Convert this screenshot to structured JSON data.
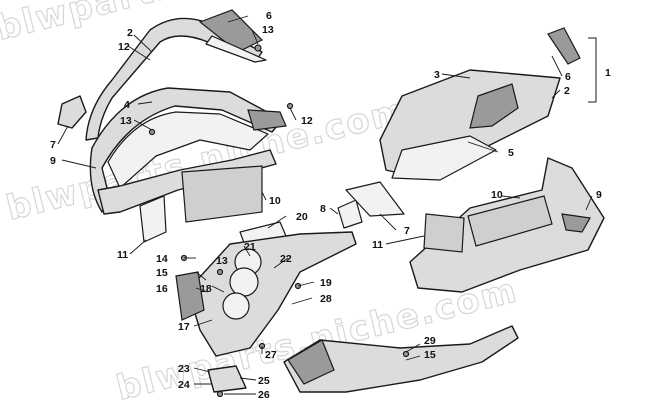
{
  "watermark": {
    "text_top": "blwparts.Niche.com",
    "text_mid": "blwparts.niche.com",
    "text_bottom": "blwparts.niche.com"
  },
  "callouts": [
    {
      "id": "c1",
      "label": "1"
    },
    {
      "id": "c2a",
      "label": "2"
    },
    {
      "id": "c2b",
      "label": "2"
    },
    {
      "id": "c3",
      "label": "3"
    },
    {
      "id": "c4",
      "label": "4"
    },
    {
      "id": "c5",
      "label": "5"
    },
    {
      "id": "c6a",
      "label": "6"
    },
    {
      "id": "c6b",
      "label": "6"
    },
    {
      "id": "c7a",
      "label": "7"
    },
    {
      "id": "c7b",
      "label": "7"
    },
    {
      "id": "c8",
      "label": "8"
    },
    {
      "id": "c9a",
      "label": "9"
    },
    {
      "id": "c9b",
      "label": "9"
    },
    {
      "id": "c10a",
      "label": "10"
    },
    {
      "id": "c10b",
      "label": "10"
    },
    {
      "id": "c11a",
      "label": "11"
    },
    {
      "id": "c11b",
      "label": "11"
    },
    {
      "id": "c12a",
      "label": "12"
    },
    {
      "id": "c12b",
      "label": "12"
    },
    {
      "id": "c13a",
      "label": "13"
    },
    {
      "id": "c13b",
      "label": "13"
    },
    {
      "id": "c13c",
      "label": "13"
    },
    {
      "id": "c14",
      "label": "14"
    },
    {
      "id": "c15a",
      "label": "15"
    },
    {
      "id": "c15b",
      "label": "15"
    },
    {
      "id": "c16",
      "label": "16"
    },
    {
      "id": "c17",
      "label": "17"
    },
    {
      "id": "c18",
      "label": "18"
    },
    {
      "id": "c19",
      "label": "19"
    },
    {
      "id": "c20",
      "label": "20"
    },
    {
      "id": "c21",
      "label": "21"
    },
    {
      "id": "c22",
      "label": "22"
    },
    {
      "id": "c23",
      "label": "23"
    },
    {
      "id": "c24",
      "label": "24"
    },
    {
      "id": "c25",
      "label": "25"
    },
    {
      "id": "c26",
      "label": "26"
    },
    {
      "id": "c27",
      "label": "27"
    },
    {
      "id": "c28",
      "label": "28"
    },
    {
      "id": "c29",
      "label": "29"
    }
  ]
}
